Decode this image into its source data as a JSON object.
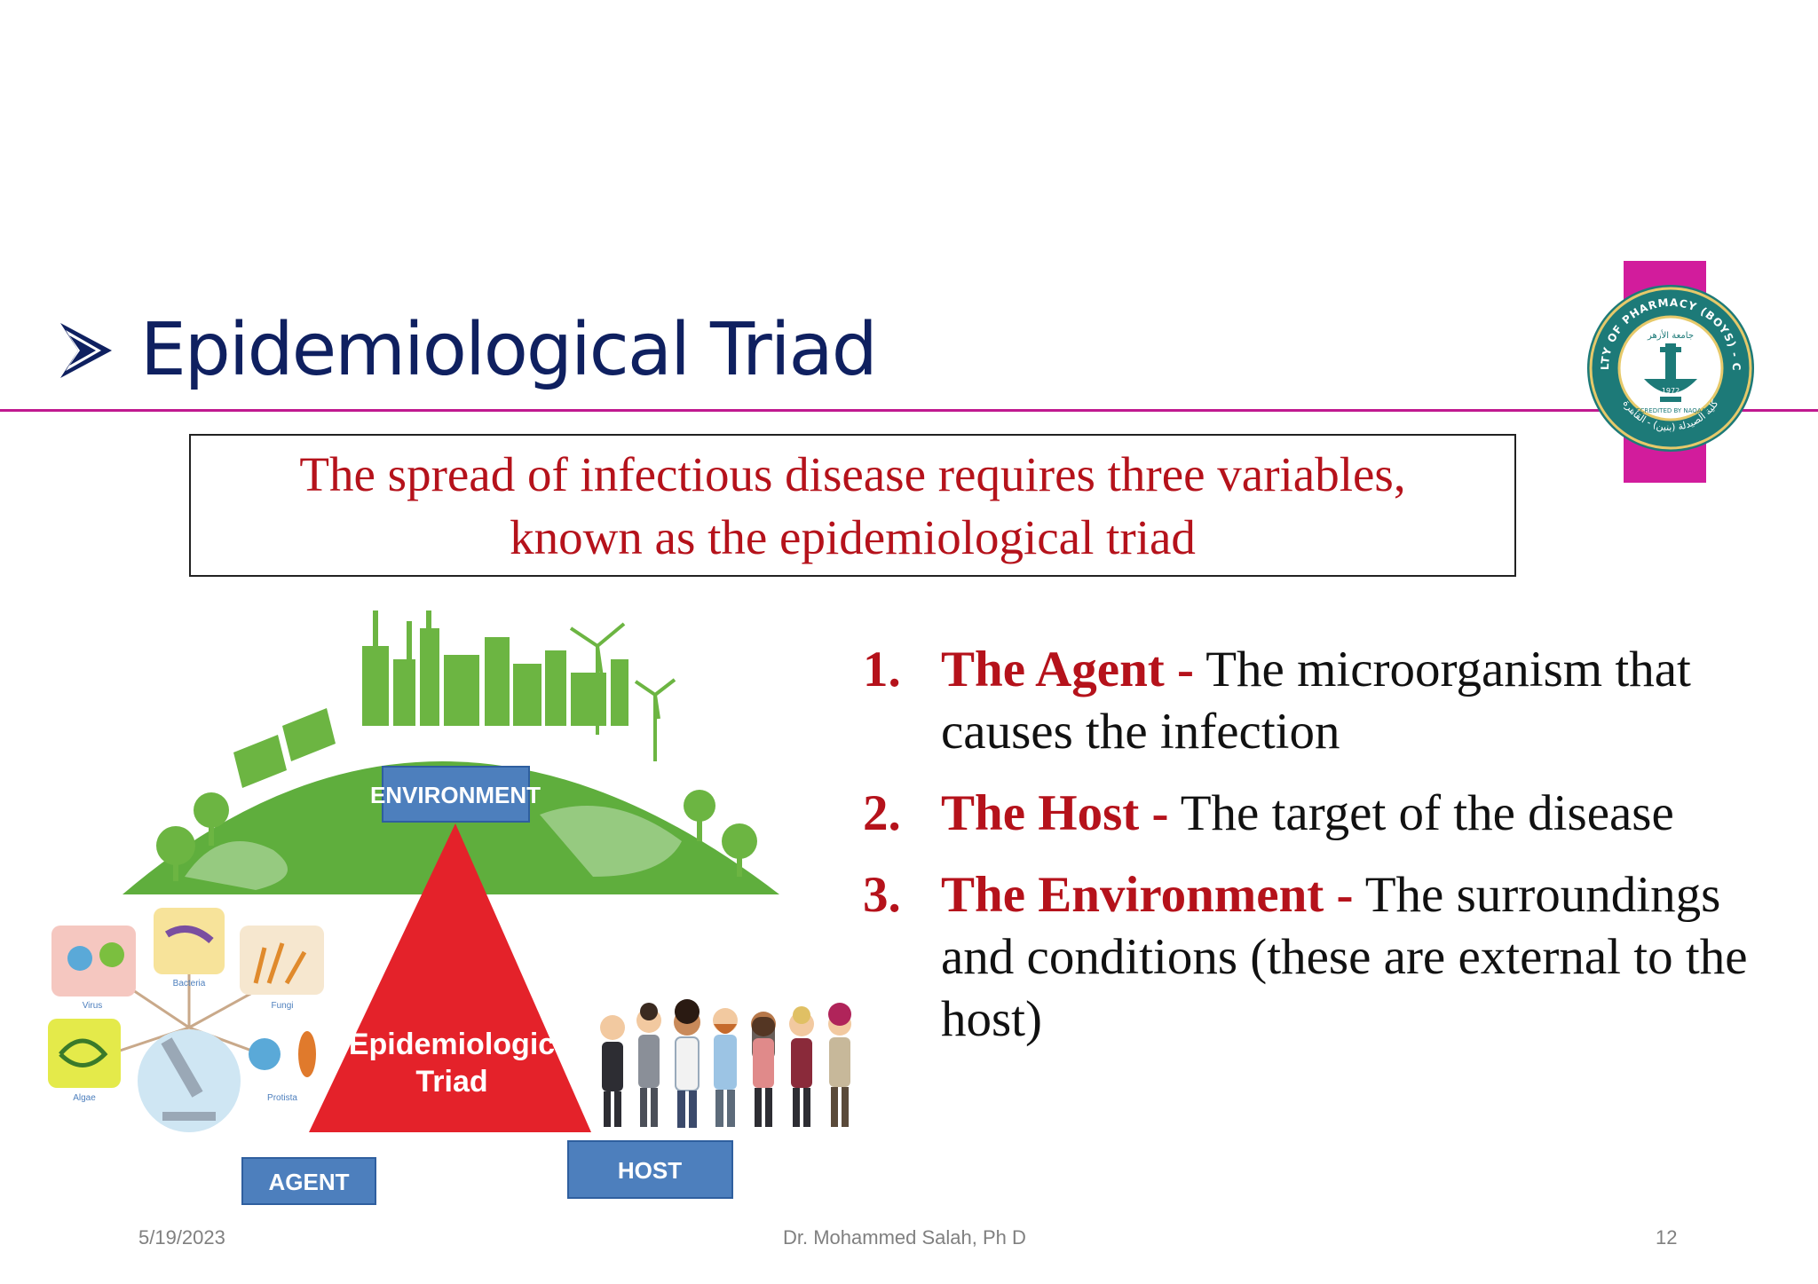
{
  "title": "Epidemiological Triad",
  "definition": {
    "line1": "The spread of infectious disease requires three variables,",
    "line2": "known as the epidemiological triad"
  },
  "items": [
    {
      "number": "1.",
      "term": "The Agent -",
      "description": " The microorganism that causes the infection"
    },
    {
      "number": "2.",
      "term": "The Host -",
      "description": " The target of the disease"
    },
    {
      "number": "3.",
      "term": "The Environment -",
      "description": " The surroundings and conditions (these are external to the host)"
    }
  ],
  "illustration": {
    "environment_label": "ENVIRONMENT",
    "triangle_label_line1": "Epidemiologic",
    "triangle_label_line2": "Triad",
    "agent_label": "AGENT",
    "host_label": "HOST",
    "microbe_labels": [
      "Virus",
      "Bacteria",
      "Fungi",
      "Algae",
      "Protista"
    ]
  },
  "logo": {
    "ring_text": "FACULTY OF PHARMACY (BOYS) - CAIRO",
    "arabic_top": "جامعة الأزهر",
    "arabic_ring": "كلية الصيدلة (بنين) - القاهرة",
    "accredited": "ACCREDITED BY NAQAAE",
    "year": "1972"
  },
  "footer": {
    "date": "5/19/2023",
    "author": "Dr. Mohammed Salah, Ph D",
    "page": "12"
  },
  "colors": {
    "title": "#0f2060",
    "accent_rule": "#c0198f",
    "emphasis_red": "#b5121b",
    "triangle_red": "#e4222a",
    "label_blue": "#4d7fbd",
    "globe_green": "#5fae3d"
  }
}
